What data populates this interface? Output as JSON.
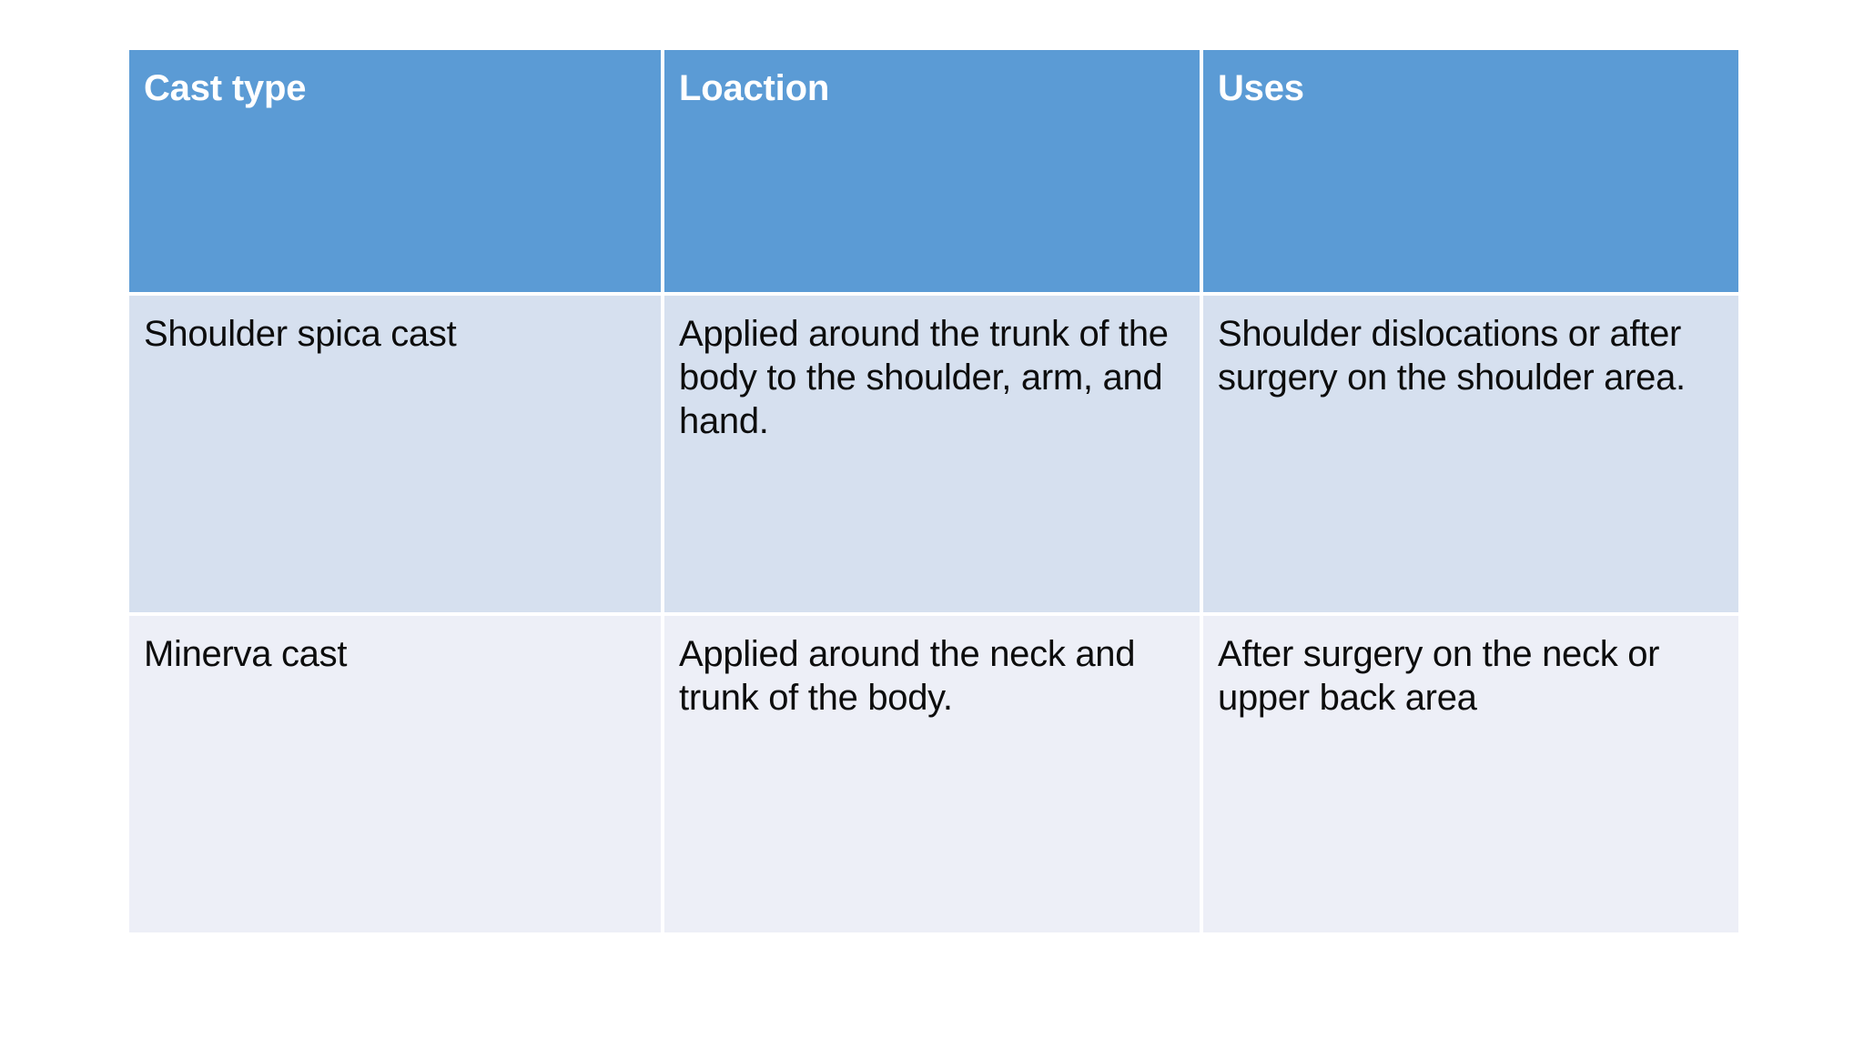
{
  "table": {
    "columns": [
      {
        "key": "cast_type",
        "header": "Cast type"
      },
      {
        "key": "location",
        "header": "Loaction"
      },
      {
        "key": "uses",
        "header": "Uses"
      }
    ],
    "rows": [
      {
        "cast_type": "Shoulder spica cast",
        "location": "Applied around the trunk of the body to the shoulder, arm, and hand.",
        "uses": "Shoulder dislocations or after surgery on the shoulder area."
      },
      {
        "cast_type": "Minerva cast",
        "location": "Applied around the neck and trunk of the body.",
        "uses": "After surgery on the neck or upper back area"
      }
    ]
  },
  "colors": {
    "header_background": "#5B9BD5",
    "header_text": "#FFFFFF",
    "row_band_1": "#D6E0EF",
    "row_band_2": "#EDEFF7",
    "body_text": "#0D0D0D",
    "slide_background": "#FFFFFF",
    "grid_line": "#FFFFFF"
  }
}
